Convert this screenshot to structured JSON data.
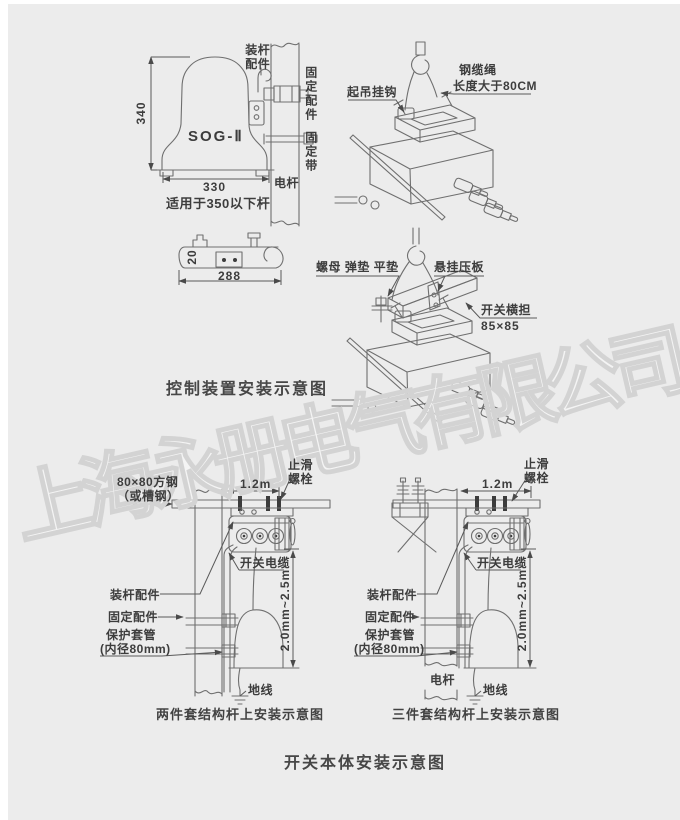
{
  "colors": {
    "background": "#ececec",
    "line": "#6f6f6f",
    "text": "#3d3d3d",
    "watermark": "#d3d3d3"
  },
  "watermark": {
    "text": "上海永册电气有限公司"
  },
  "control_section": {
    "caption": "控制装置安装示意图",
    "front_view": {
      "model": "SOG-Ⅱ",
      "dim_height": "340",
      "dim_width": "330",
      "note": "适用于350以下杆",
      "pole_fitting": "装杆配件",
      "fixing_fitting": "固定配件",
      "fixing_band": "固定带",
      "pole": "电杆"
    },
    "bracket_view": {
      "dim_thickness": "20",
      "dim_length": "288"
    },
    "hoist_view": {
      "hook": "起吊挂钩",
      "cable_1": "钢缆绳",
      "cable_2": "长度大于80CM"
    },
    "mount_view": {
      "hardware": "螺母 弹垫 平垫",
      "clamp": "悬挂压板",
      "crossarm": "开关横担",
      "crossarm_size": "85×85"
    }
  },
  "body_section": {
    "caption": "开关本体安装示意图",
    "two_piece": {
      "caption": "两件套结构杆上安装示意图",
      "steel_1": "80×80方钢",
      "steel_2": "（或槽钢）",
      "dim_span": "1.2m",
      "bolt_1": "止滑",
      "bolt_2": "螺栓",
      "cable": "开关电缆",
      "pole_fitting": "装杆配件",
      "fixing_fitting": "固定配件",
      "sleeve_1": "保护套管",
      "sleeve_2": "(内径80mm)",
      "ground": "地线",
      "dim_height": "2.0mm~2.5m"
    },
    "three_piece": {
      "caption": "三件套结构杆上安装示意图",
      "dim_span": "1.2m",
      "bolt_1": "止滑",
      "bolt_2": "螺栓",
      "cable": "开关电缆",
      "pole_fitting": "装杆配件",
      "fixing_fitting": "固定配件",
      "sleeve_1": "保护套管",
      "sleeve_2": "(内径80mm)",
      "pole": "电杆",
      "ground": "地线",
      "dim_height": "2.0mm~2.5m"
    }
  }
}
